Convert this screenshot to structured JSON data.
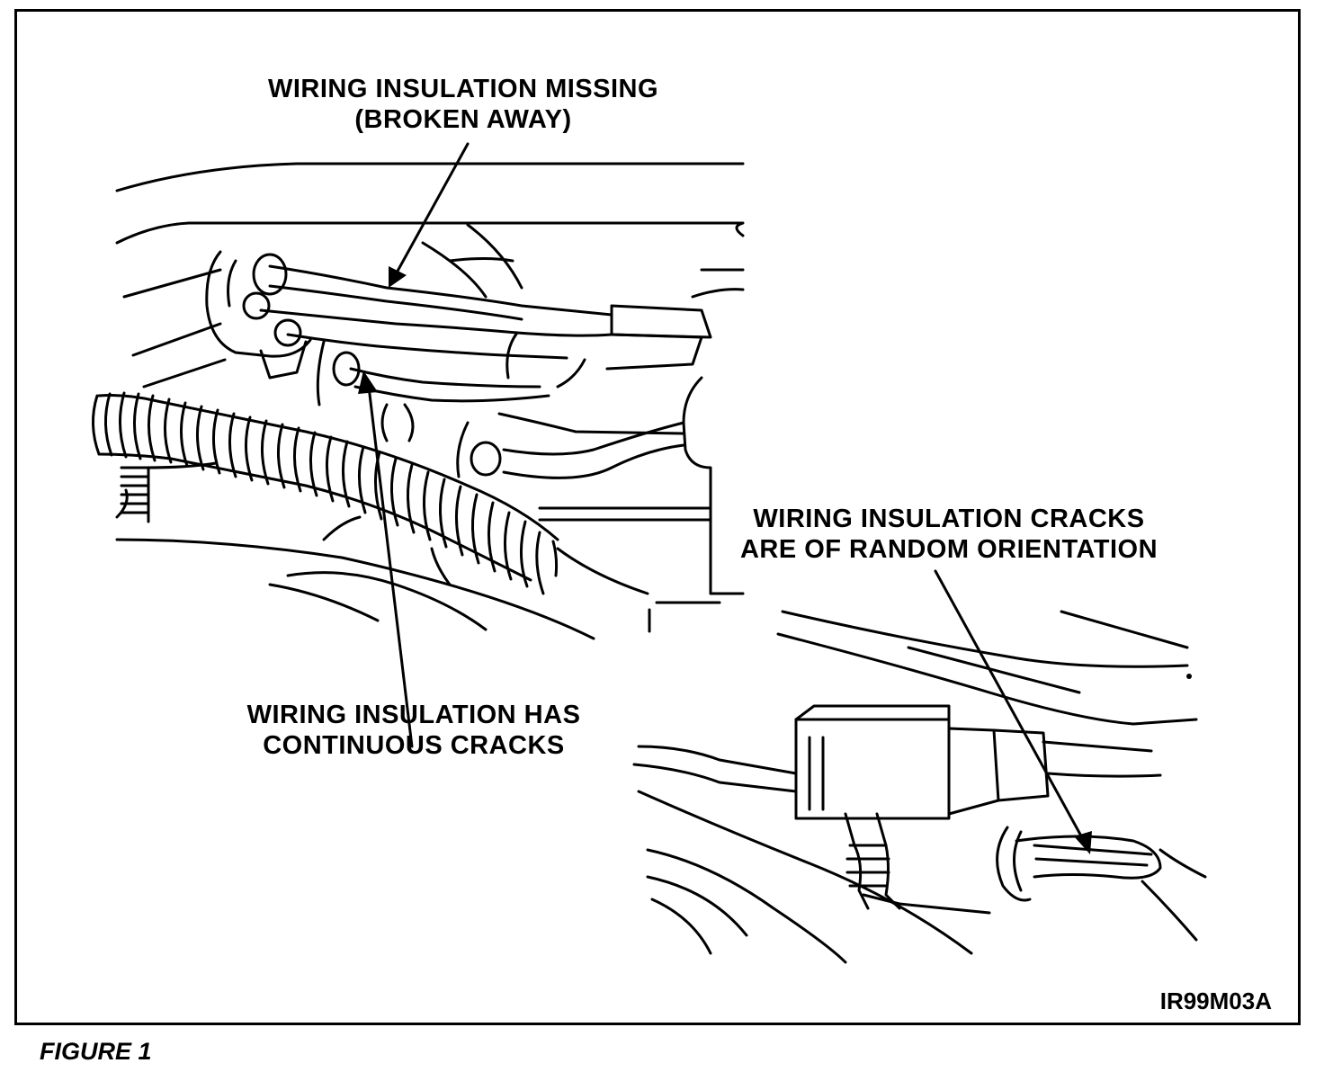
{
  "labels": {
    "insulation_missing": [
      "WIRING INSULATION MISSING",
      "(BROKEN AWAY)"
    ],
    "continuous_cracks": [
      "WIRING INSULATION HAS",
      "CONTINUOUS CRACKS"
    ],
    "random_orientation": [
      "WIRING INSULATION CRACKS",
      "ARE OF RANDOM ORIENTATION"
    ]
  },
  "image_code": "IR99M03A",
  "caption": "FIGURE 1"
}
